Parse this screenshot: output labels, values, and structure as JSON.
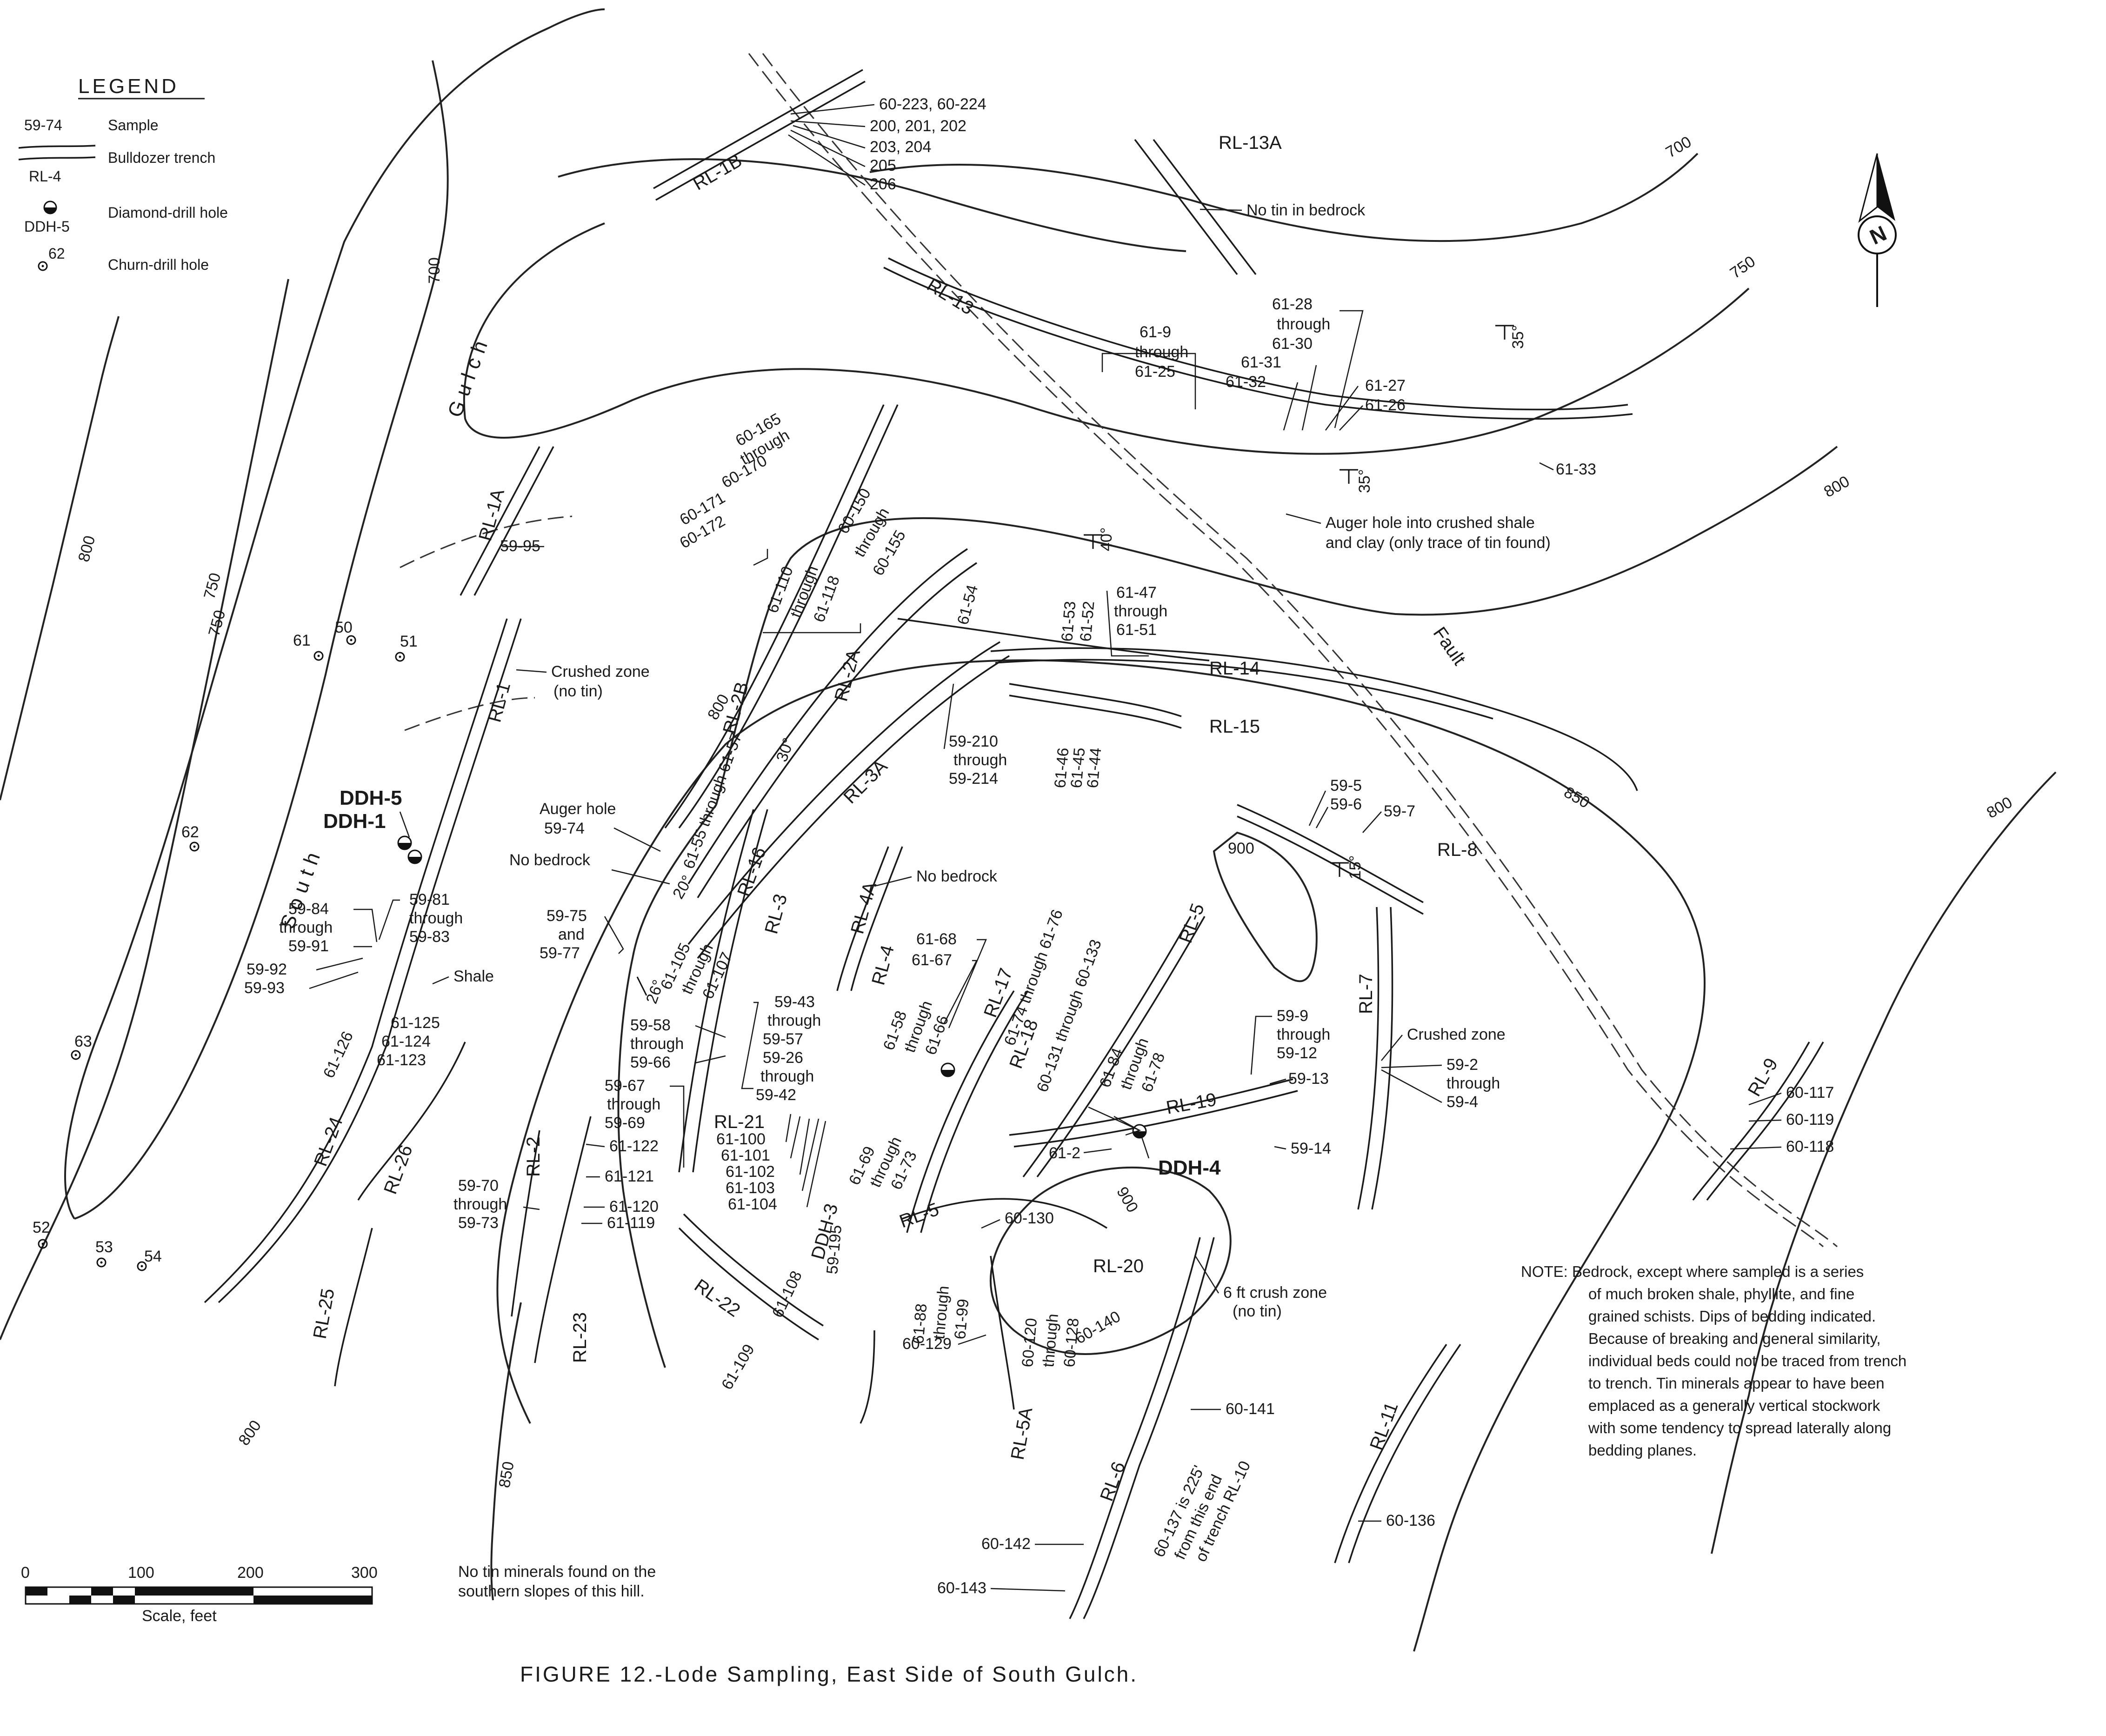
{
  "legend": {
    "title": "LEGEND",
    "sample_symbol": "59-74",
    "sample_label": "Sample",
    "trench_symbol": "RL-4",
    "trench_label": "Bulldozer trench",
    "diamond_symbol": "DDH-5",
    "diamond_label": "Diamond-drill hole",
    "churn_symbol": "62",
    "churn_label": "Churn-drill hole"
  },
  "caption": "FIGURE 12.-Lode Sampling, East Side of South Gulch.",
  "gulch_label": [
    "South",
    "Gulch"
  ],
  "fault_label": "Fault",
  "north_symbol": "N",
  "scale": {
    "ticks": [
      "0",
      "100",
      "200",
      "300"
    ],
    "label": "Scale, feet"
  },
  "contours": [
    "700",
    "700",
    "750",
    "750",
    "800",
    "800",
    "800",
    "800",
    "850",
    "850",
    "900",
    "900",
    "750",
    "800"
  ],
  "trenches": [
    "RL-1B",
    "RL-13A",
    "RL-13",
    "RL-1A",
    "RL-1",
    "RL-2B",
    "RL-2A",
    "RL-3A",
    "RL-14",
    "RL-15",
    "RL-16",
    "RL-3",
    "RL-4A",
    "RL-4",
    "RL-17",
    "RL-18",
    "RL-5",
    "RL-19",
    "RL-8",
    "RL-7",
    "RL-9",
    "RL-24",
    "RL-26",
    "RL-2",
    "RL-21",
    "DDH-3",
    "RL-22",
    "RL-5",
    "RL-20",
    "RL-5A",
    "RL-6",
    "RL-11",
    "RL-25",
    "RL-23"
  ],
  "samples": [
    "60-223, 60-224",
    "200, 201, 202",
    "203, 204",
    "205",
    "206",
    "No tin in bedrock",
    "61-28",
    "through",
    "61-30",
    "61-9",
    "through",
    "61-25",
    "61-31",
    "61-32",
    "61-27",
    "61-26",
    "61-33",
    "Auger hole into crushed shale",
    "and clay (only trace of tin found)",
    "60-165",
    "through",
    "60-170",
    "60-150",
    "through",
    "60-155",
    "60-171",
    "60-172",
    "61-110",
    "through",
    "61-118",
    "59-95",
    "61-53",
    "61-52",
    "61-47",
    "through",
    "61-51",
    "61-54",
    "Crushed zone",
    "(no tin)",
    "59-210",
    "through",
    "59-214",
    "61-46",
    "61-45",
    "61-44",
    "61-55 through 61-57",
    "Auger hole",
    "59-74",
    "No bedrock",
    "No bedrock",
    "59-5",
    "59-6",
    "59-7",
    "59-75",
    "and",
    "59-77",
    "61-105",
    "through",
    "61-107",
    "61-68",
    "61-67",
    "61-74 through 61-76",
    "60-131 through 60-133",
    "59-84",
    "through",
    "59-91",
    "59-81",
    "through",
    "59-83",
    "59-92",
    "59-93",
    "Shale",
    "61-125",
    "61-124",
    "61-123",
    "61-126",
    "59-43",
    "through",
    "59-57",
    "59-26",
    "through",
    "59-42",
    "59-58",
    "through",
    "59-66",
    "61-58",
    "through",
    "61-66",
    "59-9",
    "through",
    "59-12",
    "59-13",
    "Crushed zone",
    "59-2",
    "through",
    "59-4",
    "60-117",
    "60-119",
    "60-118",
    "61-84",
    "through",
    "61-78",
    "59-67",
    "through",
    "59-69",
    "61-69",
    "through",
    "61-73",
    "61-2",
    "59-14",
    "61-122",
    "61-121",
    "61-120",
    "61-119",
    "61-100",
    "61-101",
    "61-102",
    "61-103",
    "61-104",
    "59-70",
    "through",
    "59-73",
    "59-195",
    "61-108",
    "61-109",
    "60-130",
    "61-88",
    "through",
    "61-99",
    "60-120",
    "through",
    "60-128",
    "60-129",
    "6 ft crush zone",
    "(no tin)",
    "60-140",
    "60-141",
    "60-142",
    "60-143",
    "60-137 is 225'",
    "from this end",
    "of trench RL-10",
    "60-136",
    "DDH-5",
    "DDH-1",
    "DDH-4"
  ],
  "strike_dips": [
    "35°",
    "35°",
    "40°",
    "30°",
    "20°",
    "26°",
    "15°"
  ],
  "churn_holes": [
    "61",
    "50",
    "51",
    "62",
    "63",
    "52",
    "53",
    "54"
  ],
  "elevation_spot": "900",
  "south_note": [
    "No tin minerals found on the",
    "southern slopes of this hill."
  ],
  "note": [
    "NOTE: Bedrock, except where sampled is a series",
    "of much broken shale, phyllite, and fine",
    "grained schists. Dips of bedding indicated.",
    "Because of breaking and general similarity,",
    "individual beds could not be traced from trench",
    "to trench. Tin minerals appear to have been",
    "emplaced as a generally vertical stockwork",
    "with some tendency to spread laterally along",
    "bedding planes."
  ]
}
